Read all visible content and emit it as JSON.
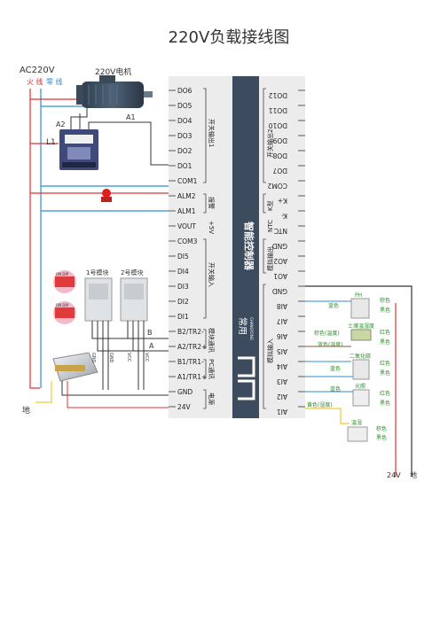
{
  "title": "220V负载接线图",
  "left": {
    "ac_label": "AC220V",
    "fire_label": "火 线",
    "zero_label": "零 线",
    "motor_label": "220V电机",
    "a2_label": "A2",
    "a1_label": "A1",
    "l1_label": "L1",
    "module1_label": "1号模块",
    "module2_label": "2号模块",
    "b_label": "B",
    "a_label": "A",
    "ground_label": "地",
    "dip_text": "ON DIP",
    "psu_pins": [
      "GND",
      "GND",
      "VCC",
      "VCC"
    ]
  },
  "controller": {
    "brand": "常用",
    "brand_en": "CHANGYONG",
    "name": "智能控制器",
    "left_terminals": [
      "DO6",
      "DO5",
      "DO4",
      "DO3",
      "DO2",
      "DO1",
      "COM1",
      "ALM2",
      "ALM1",
      "VOUT",
      "COM3",
      "DI5",
      "DI4",
      "DI3",
      "DI2",
      "DI1",
      "B2/TR2-",
      "A2/TR2+",
      "B1/TR1-",
      "A1/TR1+",
      "GND",
      "24V"
    ],
    "left_groups": [
      "开关输出1",
      "报警",
      "+5V",
      "开关输入",
      "模块通讯",
      "PC通讯",
      "电源"
    ],
    "right_terminals": [
      "DO12",
      "DO11",
      "DO10",
      "DO9",
      "DO8",
      "DO7",
      "COM2",
      "K+",
      "K-",
      "NTC",
      "GND",
      "AO2",
      "AO1",
      "GND",
      "AI8",
      "AI7",
      "AI6",
      "AI5",
      "AI4",
      "AI3",
      "AI2",
      "AI1"
    ],
    "right_groups": [
      "开关输出2",
      "K型",
      "NTC",
      "模拟输出",
      "模拟输入"
    ]
  },
  "sensors": {
    "ph_label": "PH",
    "blue1": "蓝色",
    "soil_label": "土壤温湿度",
    "brown_temp": "棕色(温度)",
    "blue_temp": "蓝色(温度)",
    "co2_label": "二氧化碳",
    "blue2": "蓝色",
    "light_label": "光照",
    "blue3": "蓝色",
    "yellow_temp": "黄色(湿度)",
    "th_label": "温湿",
    "brown": "棕色",
    "black": "黑色",
    "red": "红色",
    "v24_label": "24V",
    "ground_label": "地"
  }
}
